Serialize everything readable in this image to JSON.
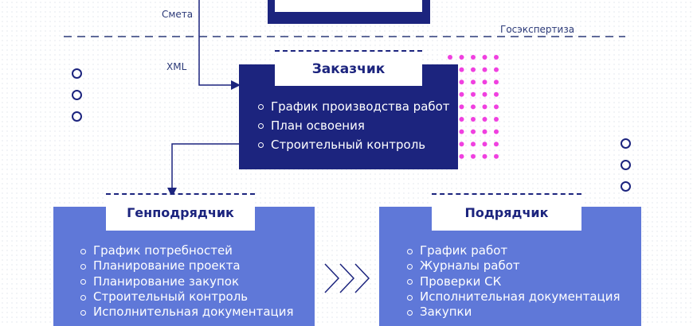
{
  "labels": {
    "smeta": "Смета",
    "xml": "XML",
    "gosexpertiza": "Госэкспертиза"
  },
  "zakazchik": {
    "title": "Заказчик",
    "items": [
      "График производства работ",
      "План освоения",
      "Строительный контроль"
    ]
  },
  "genpodryadchik": {
    "title": "Генподрядчик",
    "items": [
      "График потребностей",
      "Планирование проекта",
      "Планирование закупок",
      "Строительный контроль",
      "Исполнительная документация"
    ]
  },
  "podryadchik": {
    "title": "Подрядчик",
    "items": [
      "График работ",
      "Журналы работ",
      "Проверки СК",
      "Исполнительная документация",
      "Закупки"
    ]
  },
  "colors": {
    "dark": "#1c247e",
    "blue": "#5f78d8",
    "pink": "#f040e0"
  }
}
